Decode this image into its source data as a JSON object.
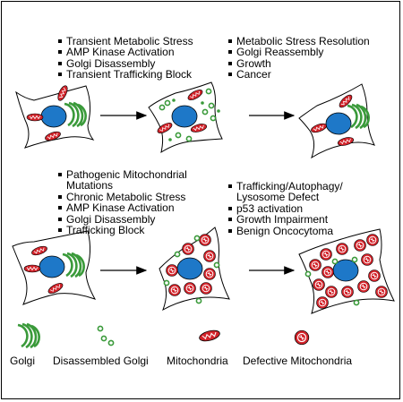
{
  "colors": {
    "golgi": "#3a9a3a",
    "mito": "#d2232a",
    "nucleus": "#1e78c8",
    "outline": "#000000"
  },
  "panels": {
    "top_left": {
      "items": [
        "Transient Metabolic Stress",
        "AMP Kinase Activation",
        "Golgi Disassembly",
        "Transient Trafficking Block"
      ]
    },
    "top_right": {
      "items": [
        "Metabolic Stress Resolution",
        "Golgi Reassembly",
        "Growth",
        "Cancer"
      ]
    },
    "bottom_left": {
      "items": [
        "Pathogenic Mitochondrial",
        "Mutations",
        "Chronic Metabolic Stress",
        "AMP Kinase Activation",
        "Golgi Disassembly",
        "Trafficking Block"
      ]
    },
    "bottom_right": {
      "items": [
        "Trafficking/Autophagy/",
        "Lysosome Defect",
        "p53 activation",
        "Growth Impairment",
        "Benign Oncocytoma"
      ]
    }
  },
  "legend": {
    "golgi": "Golgi",
    "disassembled_golgi": "Disassembled Golgi",
    "mitochondria": "Mitochondria",
    "defective_mitochondria": "Defective Mitochondria"
  }
}
